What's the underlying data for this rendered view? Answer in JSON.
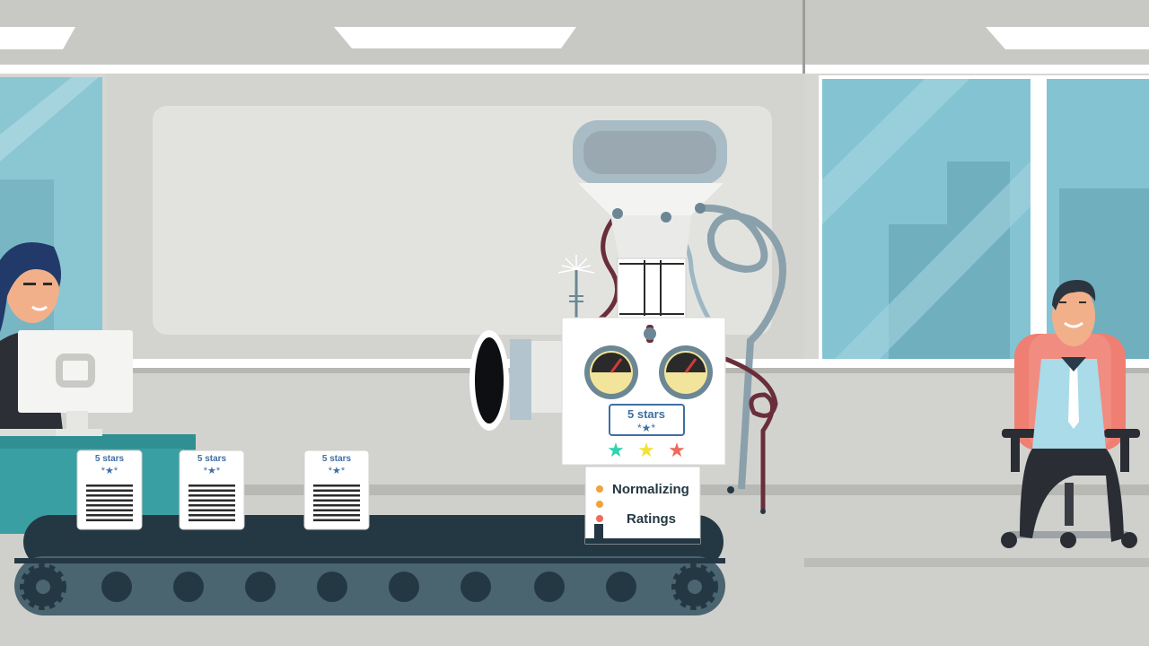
{
  "scene": {
    "description_visible_text": true,
    "documents": [
      {
        "label": "5 stars"
      },
      {
        "label": "5 stars"
      },
      {
        "label": "5 stars"
      }
    ],
    "machine": {
      "display_label": "5 stars",
      "sign_line1": "Normalizing",
      "sign_line2": "Ratings",
      "star_colors": [
        "#2fd3b0",
        "#f2e23a",
        "#ef6a5a"
      ]
    },
    "colors": {
      "wall": "#d6d7d3",
      "panel": "#e4e5e1",
      "window": "#7cc0cf",
      "belt": "#243843",
      "belt_side": "#4a6470",
      "desk": "#3a9fa2",
      "chair": "#ee7f72",
      "shirt": "#a9dbe8"
    },
    "icons": [
      "gear-icon",
      "star-icon",
      "gauge-icon",
      "monitor-icon",
      "document-icon"
    ]
  }
}
